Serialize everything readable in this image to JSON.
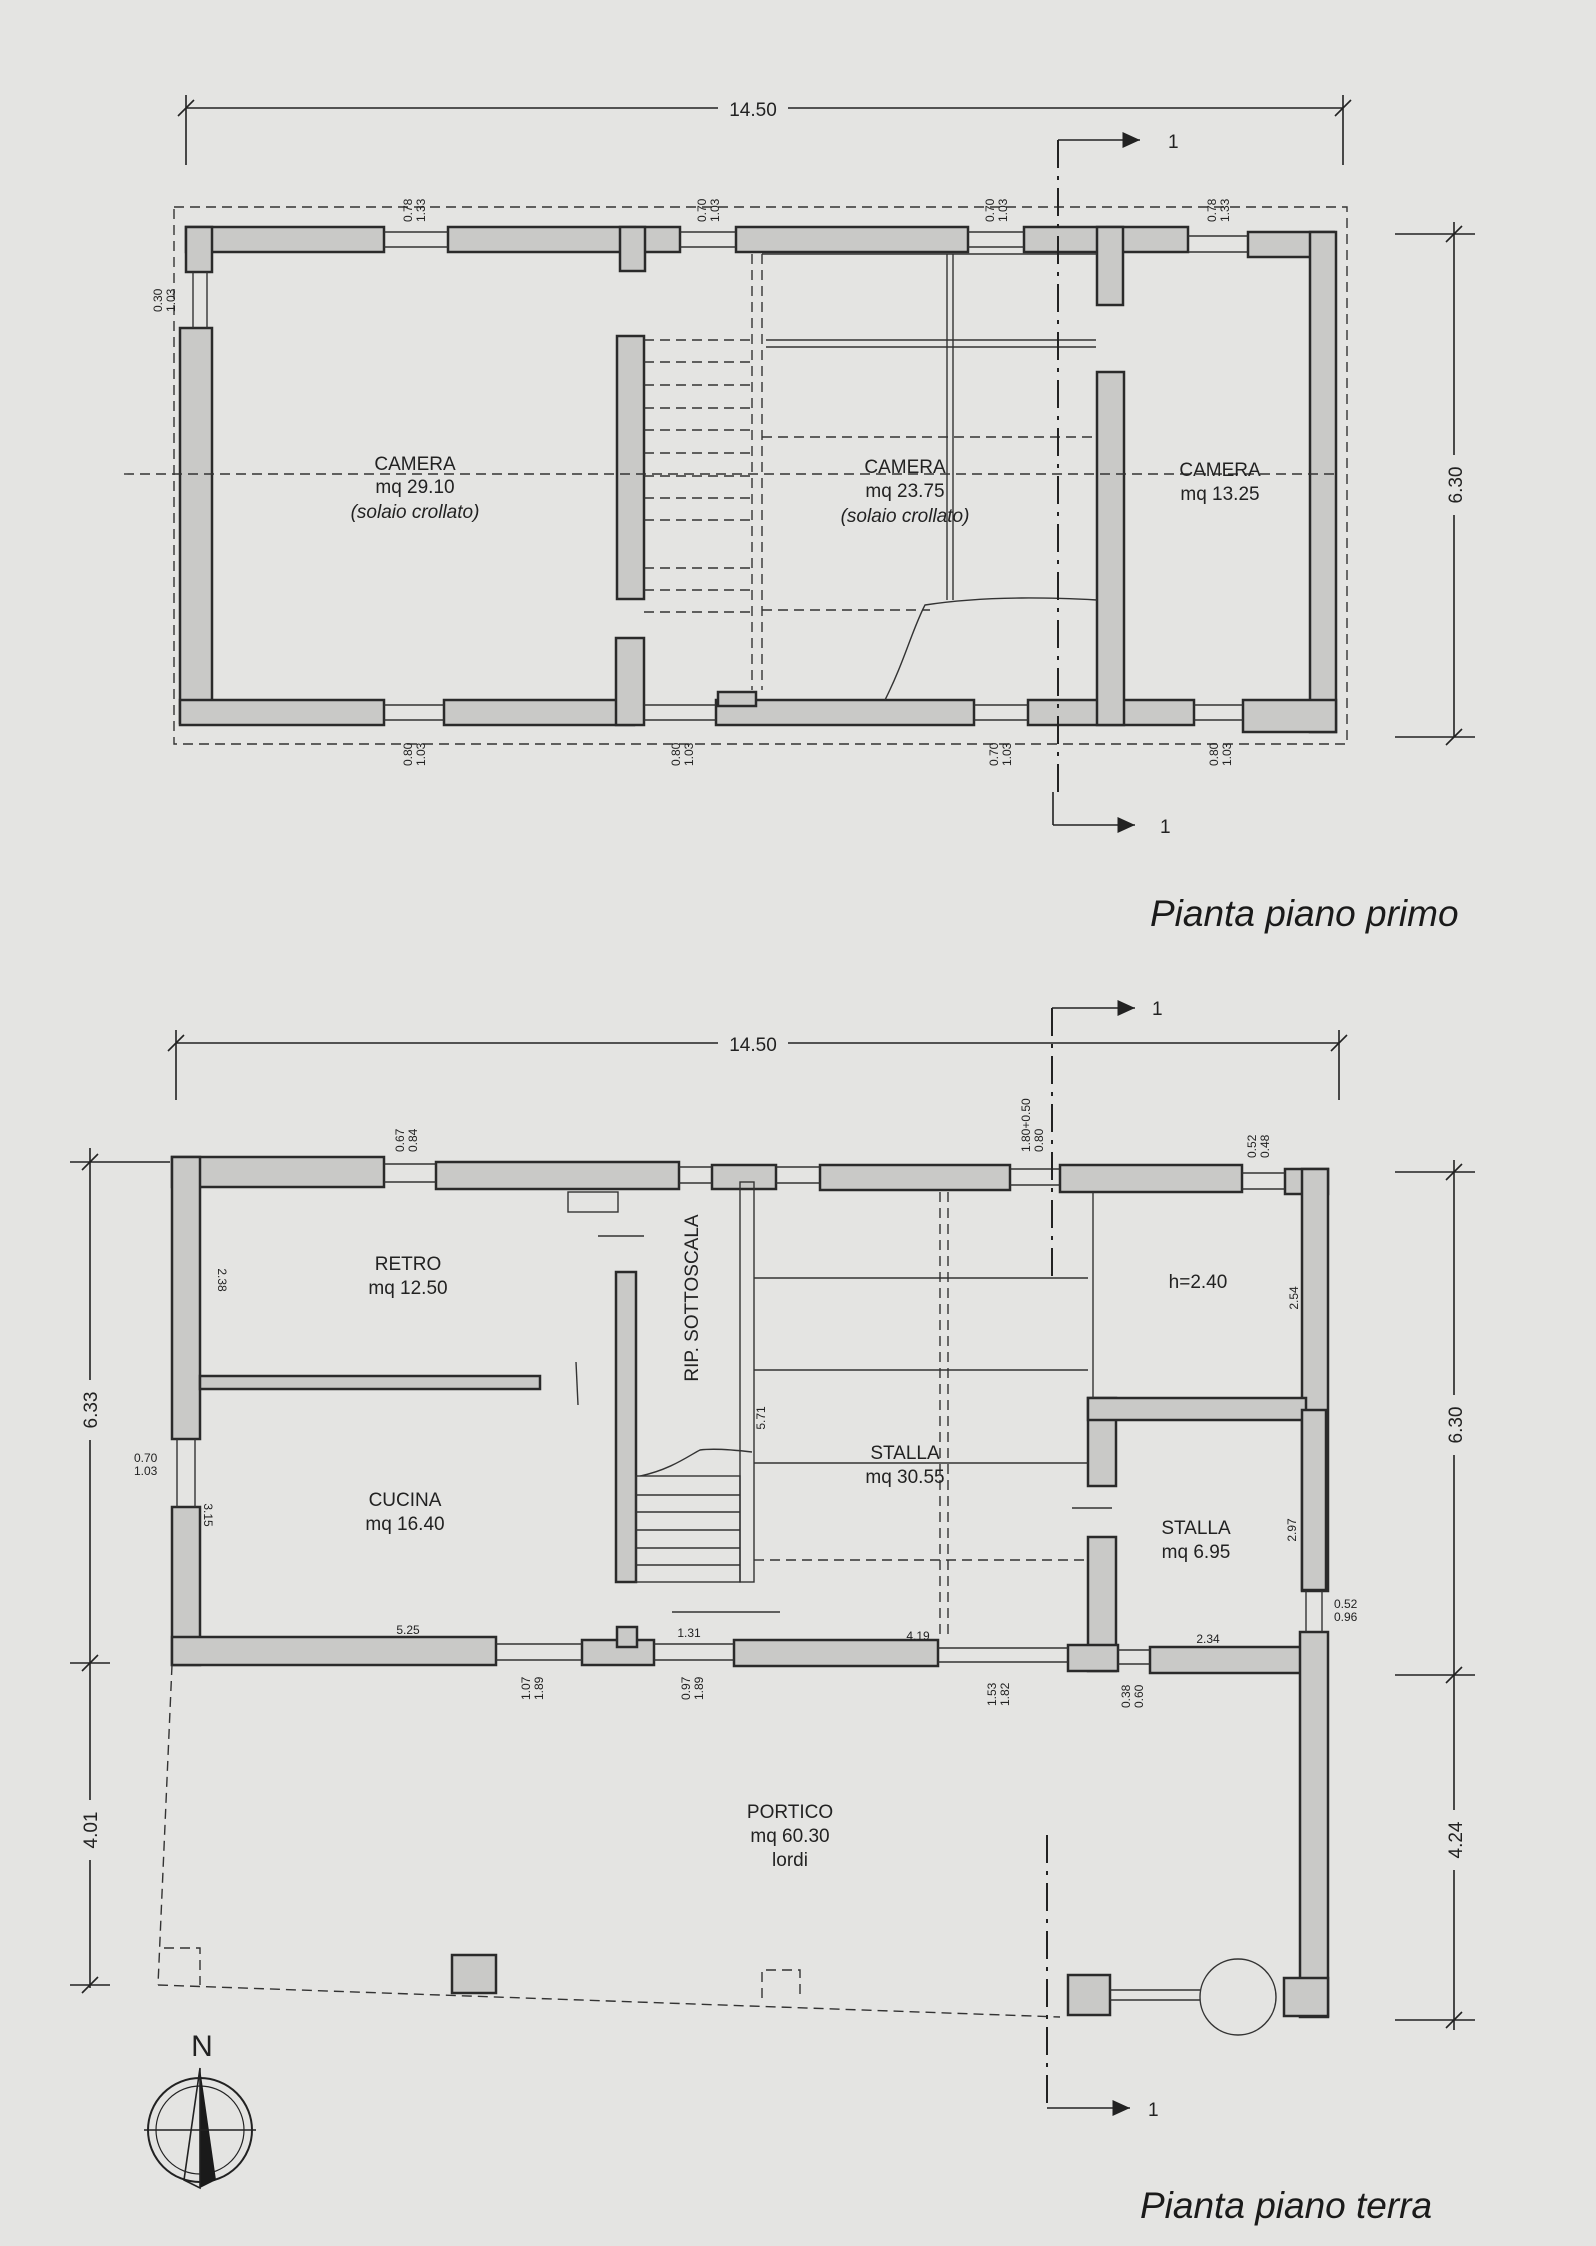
{
  "plan_first": {
    "title": "Pianta piano primo",
    "dim_width": "14.50",
    "dim_depth": "6.30",
    "section_mark": "1",
    "rooms": [
      {
        "name": "CAMERA",
        "area": "mq 29.10",
        "note": "(solaio crollato)"
      },
      {
        "name": "CAMERA",
        "area": "mq 23.75",
        "note": "(solaio crollato)"
      },
      {
        "name": "CAMERA",
        "area": "mq 13.25"
      }
    ],
    "window_dims": {
      "top": [
        "0.78\n1.33",
        "0.70\n1.03",
        "0.70\n1.03",
        "0.78\n1.33"
      ],
      "left": "0.30\n1.03",
      "bottom": [
        "0.80\n1.03",
        "0.80\n1.03",
        "0.70\n1.03",
        "0.80\n1.03"
      ]
    }
  },
  "plan_ground": {
    "title": "Pianta piano terra",
    "dim_width": "14.50",
    "dim_right_total": "6.30",
    "dim_right_portico": "4.24",
    "dim_left_total": "6.33",
    "dim_left_portico": "4.01",
    "section_mark": "1",
    "rooms": [
      {
        "name": "RETRO",
        "area": "mq 12.50"
      },
      {
        "name": "CUCINA",
        "area": "mq 16.40"
      },
      {
        "name": "RIP. SOTTOSCALA"
      },
      {
        "name": "STALLA",
        "area": "mq 30.55"
      },
      {
        "name": "h=2.40"
      },
      {
        "name": "STALLA",
        "area": "mq 6.95"
      },
      {
        "name": "PORTICO",
        "area": "mq 60.30",
        "note": "lordi"
      }
    ],
    "inner_dims": {
      "retro_h": "2.38",
      "cucina_h": "3.15",
      "cucina_w": "5.25",
      "stair_w": "1.31",
      "stair_h": "5.71",
      "stalla_w": "4.19",
      "h240_h": "2.54",
      "stalla2_h": "2.97",
      "stalla2_w": "2.34"
    },
    "window_dims": {
      "top": [
        "0.67\n0.84",
        "1.80+0.50\n0.80",
        "0.52\n0.48"
      ],
      "left": "0.70\n1.03",
      "right": "0.52\n0.96",
      "bottom": [
        "1.07\n1.89",
        "0.97\n1.89",
        "1.53\n1.82",
        "0.38\n0.60"
      ]
    }
  },
  "compass": {
    "label": "N"
  }
}
